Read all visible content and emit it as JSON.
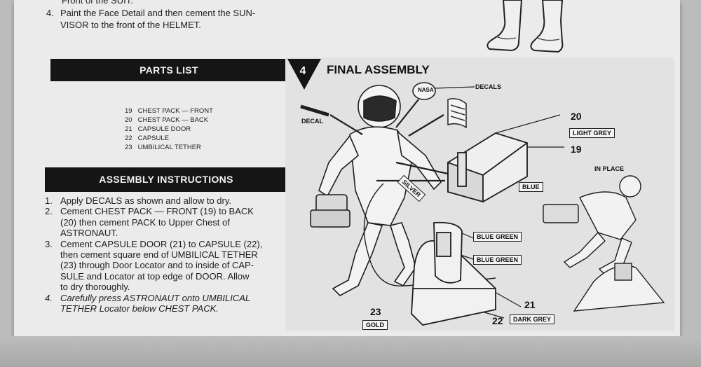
{
  "top_text": {
    "line0": "Front of the SUIT.",
    "step4_num": "4.",
    "step4_line1": "Paint the Face Detail and then cement the SUN-",
    "step4_line2": "VISOR to the front of the HELMET."
  },
  "parts_list": {
    "title": "PARTS LIST",
    "items": [
      {
        "num": "19",
        "name": "CHEST PACK — FRONT"
      },
      {
        "num": "20",
        "name": "CHEST PACK — BACK"
      },
      {
        "num": "21",
        "name": "CAPSULE DOOR"
      },
      {
        "num": "22",
        "name": "CAPSULE"
      },
      {
        "num": "23",
        "name": "UMBILICAL TETHER"
      }
    ]
  },
  "assembly": {
    "title": "ASSEMBLY INSTRUCTIONS",
    "steps": [
      {
        "num": "1.",
        "lines": [
          "Apply DECALS as shown and allow to dry."
        ]
      },
      {
        "num": "2.",
        "lines": [
          "Cement CHEST PACK — FRONT (19) to BACK",
          "(20) then cement PACK to Upper Chest of",
          "ASTRONAUT."
        ]
      },
      {
        "num": "3.",
        "lines": [
          "Cement CAPSULE DOOR (21) to CAPSULE (22),",
          "then cement square end of UMBILICAL TETHER",
          "(23) through Door Locator and to inside of CAP-",
          "SULE and Locator at top edge of DOOR. Allow",
          "to dry thoroughly."
        ]
      },
      {
        "num": "4.",
        "lines": [
          "Carefully press ASTRONAUT onto UMBILICAL",
          "TETHER Locator below CHEST PACK."
        ]
      }
    ]
  },
  "final_assembly": {
    "step_number": "4",
    "title": "FINAL ASSEMBLY",
    "labels": {
      "nasa": "NASA",
      "decals": "DECALS",
      "decal": "DECAL",
      "silver": "SILVER",
      "blue": "BLUE",
      "light_grey": "LIGHT GREY",
      "blue_green_1": "BLUE GREEN",
      "blue_green_2": "BLUE GREEN",
      "dark_grey": "DARK GREY",
      "gold": "GOLD",
      "in_place": "IN PLACE"
    },
    "part_numbers": {
      "p20": "20",
      "p19": "19",
      "p21": "21",
      "p22": "22",
      "p23": "23"
    }
  }
}
